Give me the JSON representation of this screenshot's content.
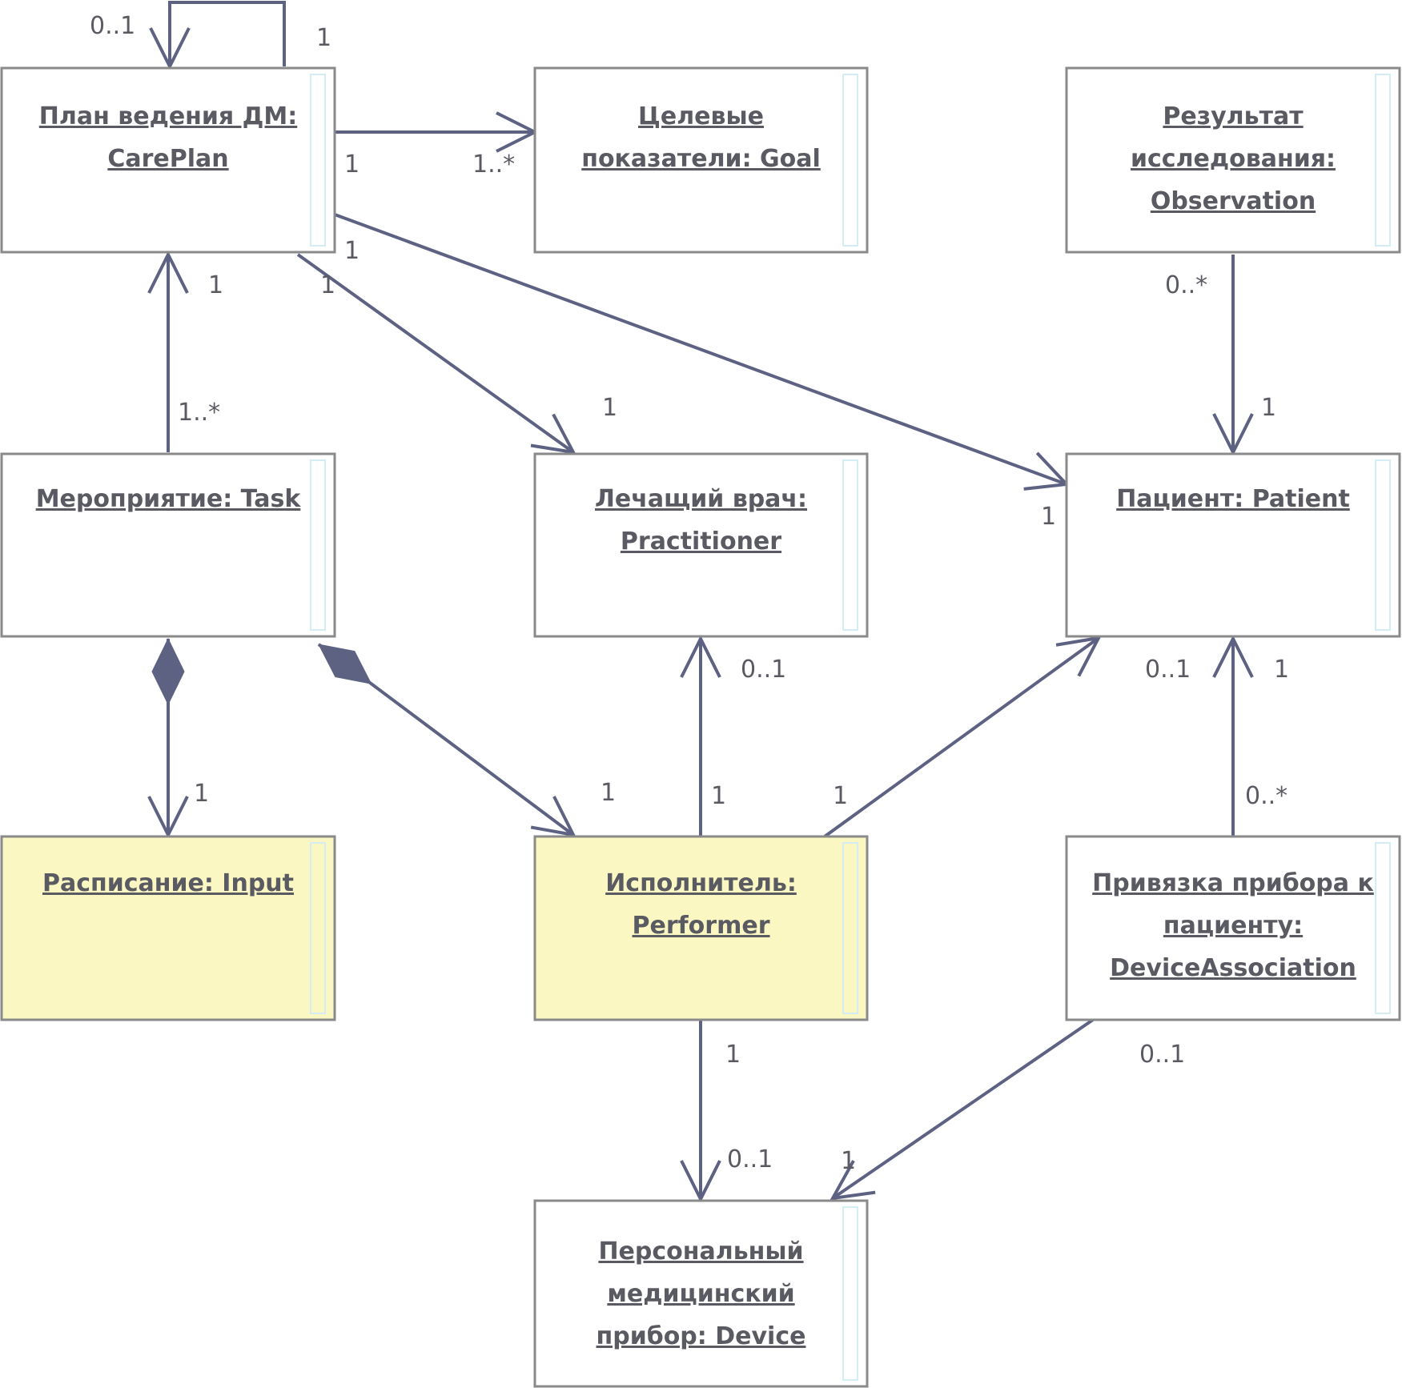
{
  "colors": {
    "line": "#5d6283",
    "border": "#8a8a8a",
    "text": "#5a5a62",
    "highlight": "#fbf7c2",
    "plain": "#ffffff"
  },
  "nodes": [
    {
      "id": "careplan",
      "lines": [
        "План ведения ДМ:",
        "CarePlan"
      ],
      "fill": "plain"
    },
    {
      "id": "goal",
      "lines": [
        "Целевые",
        "показатели: Goal"
      ],
      "fill": "plain"
    },
    {
      "id": "observation",
      "lines": [
        "Результат",
        "исследования:",
        "Observation"
      ],
      "fill": "plain"
    },
    {
      "id": "task",
      "lines": [
        "Мероприятие: Task"
      ],
      "fill": "plain"
    },
    {
      "id": "practitioner",
      "lines": [
        "Лечащий врач:",
        "Practitioner"
      ],
      "fill": "plain"
    },
    {
      "id": "patient",
      "lines": [
        "Пациент: Patient"
      ],
      "fill": "plain"
    },
    {
      "id": "input",
      "lines": [
        "Расписание: Input"
      ],
      "fill": "highlight"
    },
    {
      "id": "performer",
      "lines": [
        "Исполнитель:",
        "Performer"
      ],
      "fill": "highlight"
    },
    {
      "id": "deviceassociation",
      "lines": [
        "Привязка прибора к",
        "пациенту:",
        "DeviceAssociation"
      ],
      "fill": "plain"
    },
    {
      "id": "device",
      "lines": [
        "Персональный",
        "медицинский",
        "прибор: Device"
      ],
      "fill": "plain"
    }
  ],
  "edges": [
    {
      "from": "careplan",
      "to": "careplan",
      "kind": "association",
      "mult_from": "1",
      "mult_to": "0..1"
    },
    {
      "from": "careplan",
      "to": "goal",
      "kind": "association",
      "mult_from": "1",
      "mult_to": "1..*"
    },
    {
      "from": "careplan",
      "to": "practitioner",
      "kind": "association",
      "mult_from": "1",
      "mult_to": "1"
    },
    {
      "from": "careplan",
      "to": "patient",
      "kind": "association",
      "mult_from": "1",
      "mult_to": "1"
    },
    {
      "from": "task",
      "to": "careplan",
      "kind": "association",
      "mult_from": "1..*",
      "mult_to": "1"
    },
    {
      "from": "observation",
      "to": "patient",
      "kind": "association",
      "mult_from": "0..*",
      "mult_to": "1"
    },
    {
      "from": "task",
      "to": "input",
      "kind": "composition",
      "mult_to": "1"
    },
    {
      "from": "task",
      "to": "performer",
      "kind": "composition",
      "mult_to": "1"
    },
    {
      "from": "performer",
      "to": "practitioner",
      "kind": "association",
      "mult_from": "1",
      "mult_to": "0..1"
    },
    {
      "from": "performer",
      "to": "patient",
      "kind": "association",
      "mult_from": "1",
      "mult_to": "0..1"
    },
    {
      "from": "deviceassociation",
      "to": "patient",
      "kind": "association",
      "mult_from": "0..*",
      "mult_to": "1"
    },
    {
      "from": "performer",
      "to": "device",
      "kind": "association",
      "mult_from": "1",
      "mult_to": "0..1"
    },
    {
      "from": "deviceassociation",
      "to": "device",
      "kind": "association",
      "mult_from": "0..1",
      "mult_to": "1"
    }
  ]
}
